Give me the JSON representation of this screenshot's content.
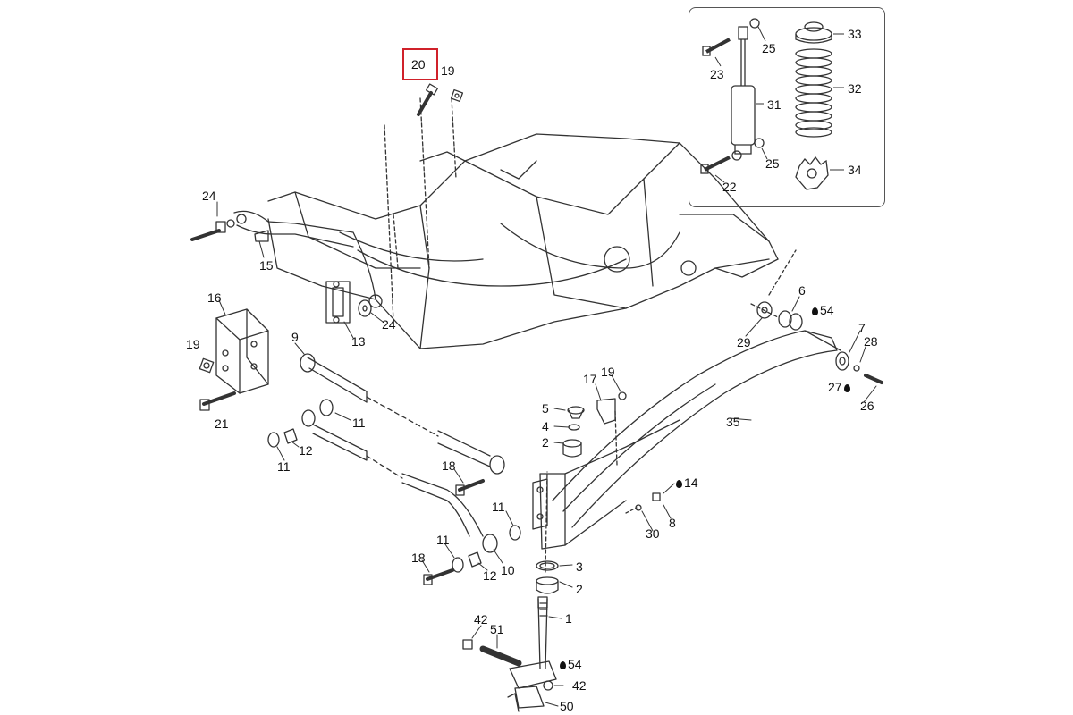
{
  "colors": {
    "line": "#333333",
    "highlight": "#d0212a",
    "background": "#ffffff"
  },
  "highlighted_part": "20",
  "callouts": {
    "p20": "20",
    "p19a": "19",
    "p24a": "24",
    "p15": "15",
    "p24b": "24",
    "p13": "13",
    "p16": "16",
    "p19b": "19",
    "p21": "21",
    "p9": "9",
    "p11a": "11",
    "p12a": "12",
    "p11b": "11",
    "p18a": "18",
    "p11c": "11",
    "p18b": "18",
    "p11d": "11",
    "p12b": "12",
    "p10": "10",
    "p17": "17",
    "p19c": "19",
    "p5": "5",
    "p4": "4",
    "p2a": "2",
    "p3": "3",
    "p2b": "2",
    "p1": "1",
    "p42a": "42",
    "p51": "51",
    "p54b": "54",
    "p42b": "42",
    "p50": "50",
    "p6": "6",
    "p54a": "54",
    "p29": "29",
    "p7": "7",
    "p28": "28",
    "p27": "27",
    "p26": "26",
    "p35": "35",
    "p14": "14",
    "p8": "8",
    "p30": "30",
    "p33": "33",
    "p32": "32",
    "p31": "31",
    "p25a": "25",
    "p25b": "25",
    "p23": "23",
    "p22": "22",
    "p34": "34"
  }
}
